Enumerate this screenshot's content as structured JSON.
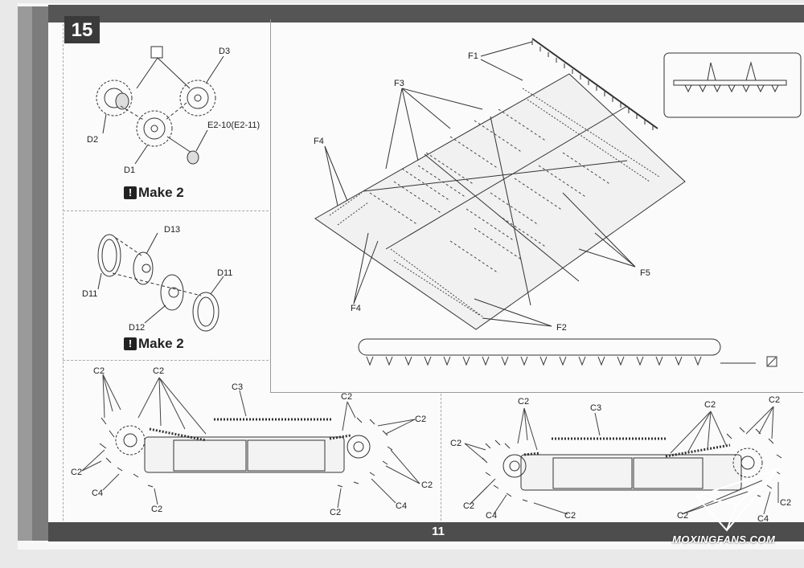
{
  "step_number": "15",
  "page_number": "11",
  "watermark": "MOXINGFANS.COM",
  "panel_a": {
    "labels": {
      "d3": "D3",
      "d2": "D2",
      "d1": "D1",
      "e2": "E2-10(E2-11)"
    },
    "make_text": "Make 2"
  },
  "panel_b": {
    "labels": {
      "d13": "D13",
      "d11_left": "D11",
      "d11_right": "D11",
      "d12": "D12"
    },
    "make_text": "Make 2"
  },
  "sprue": {
    "labels": {
      "f1": "F1",
      "f3": "F3",
      "f4_top": "F4",
      "f4_bottom": "F4",
      "f5": "F5",
      "f2": "F2"
    }
  },
  "track_left": {
    "labels": {
      "c2_a": "C2",
      "c2_b": "C2",
      "c3": "C3",
      "c2_c": "C2",
      "c2_d": "C2",
      "c2_e": "C2",
      "c4_a": "C4",
      "c2_f": "C2",
      "c2_g": "C2",
      "c4_b": "C4",
      "c2_h": "C2"
    }
  },
  "track_right": {
    "labels": {
      "c2_a": "C2",
      "c3": "C3",
      "c2_b": "C2",
      "c2_c": "C2",
      "c2_d": "C2",
      "c2_e": "C2",
      "c4_a": "C4",
      "c2_f": "C2",
      "c2_g": "C2",
      "c2_h": "C2",
      "c4_b": "C4",
      "c2_i": "C2"
    }
  }
}
